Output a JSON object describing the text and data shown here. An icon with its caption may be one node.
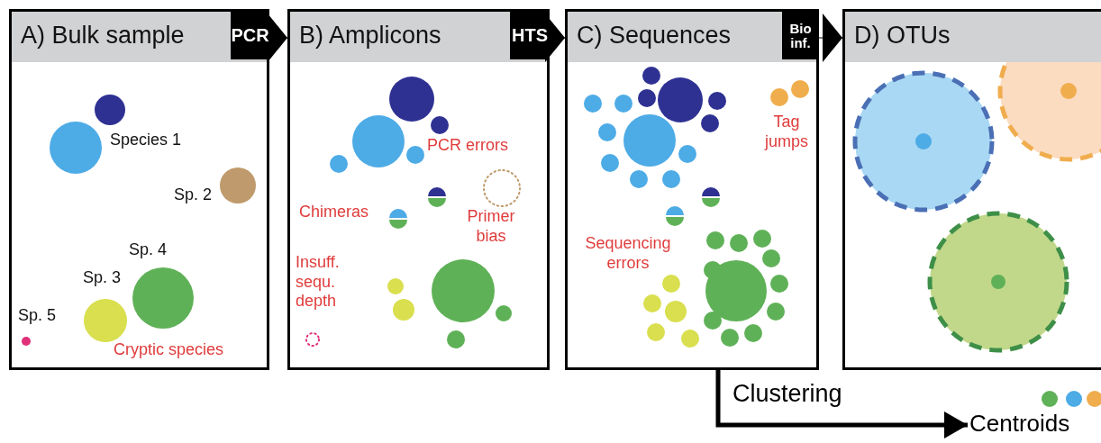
{
  "diagram": {
    "nodes": [
      {
        "text": [
          "A) Bulk sample"
        ]
      },
      {
        "text": [
          "B) Amplicons"
        ]
      },
      {
        "text": [
          "C) Sequences"
        ]
      },
      {
        "text": [
          "D) OTUs"
        ]
      },
      {
        "text": [
          "Centroids"
        ]
      }
    ],
    "edges": [
      {
        "from": 0,
        "to": 1,
        "arrow": "to",
        "label": "PCR"
      },
      {
        "from": 1,
        "to": 2,
        "arrow": "to",
        "label": "HTS"
      },
      {
        "from": 2,
        "to": 3,
        "arrow": "to",
        "label": "Bio inf."
      },
      {
        "from": 2,
        "to": 4,
        "arrow": "to",
        "label": "Clustering",
        "style": "thick"
      }
    ],
    "labels": [
      "Species 1",
      "Sp. 2",
      "Sp. 4",
      "Sp. 3",
      "Sp. 5",
      "Cryptic species",
      "PCR errors",
      "Chimeras",
      "Primer bias",
      "Insuff. sequ. depth",
      "Tag jumps",
      "Sequencing errors"
    ]
  }
}
